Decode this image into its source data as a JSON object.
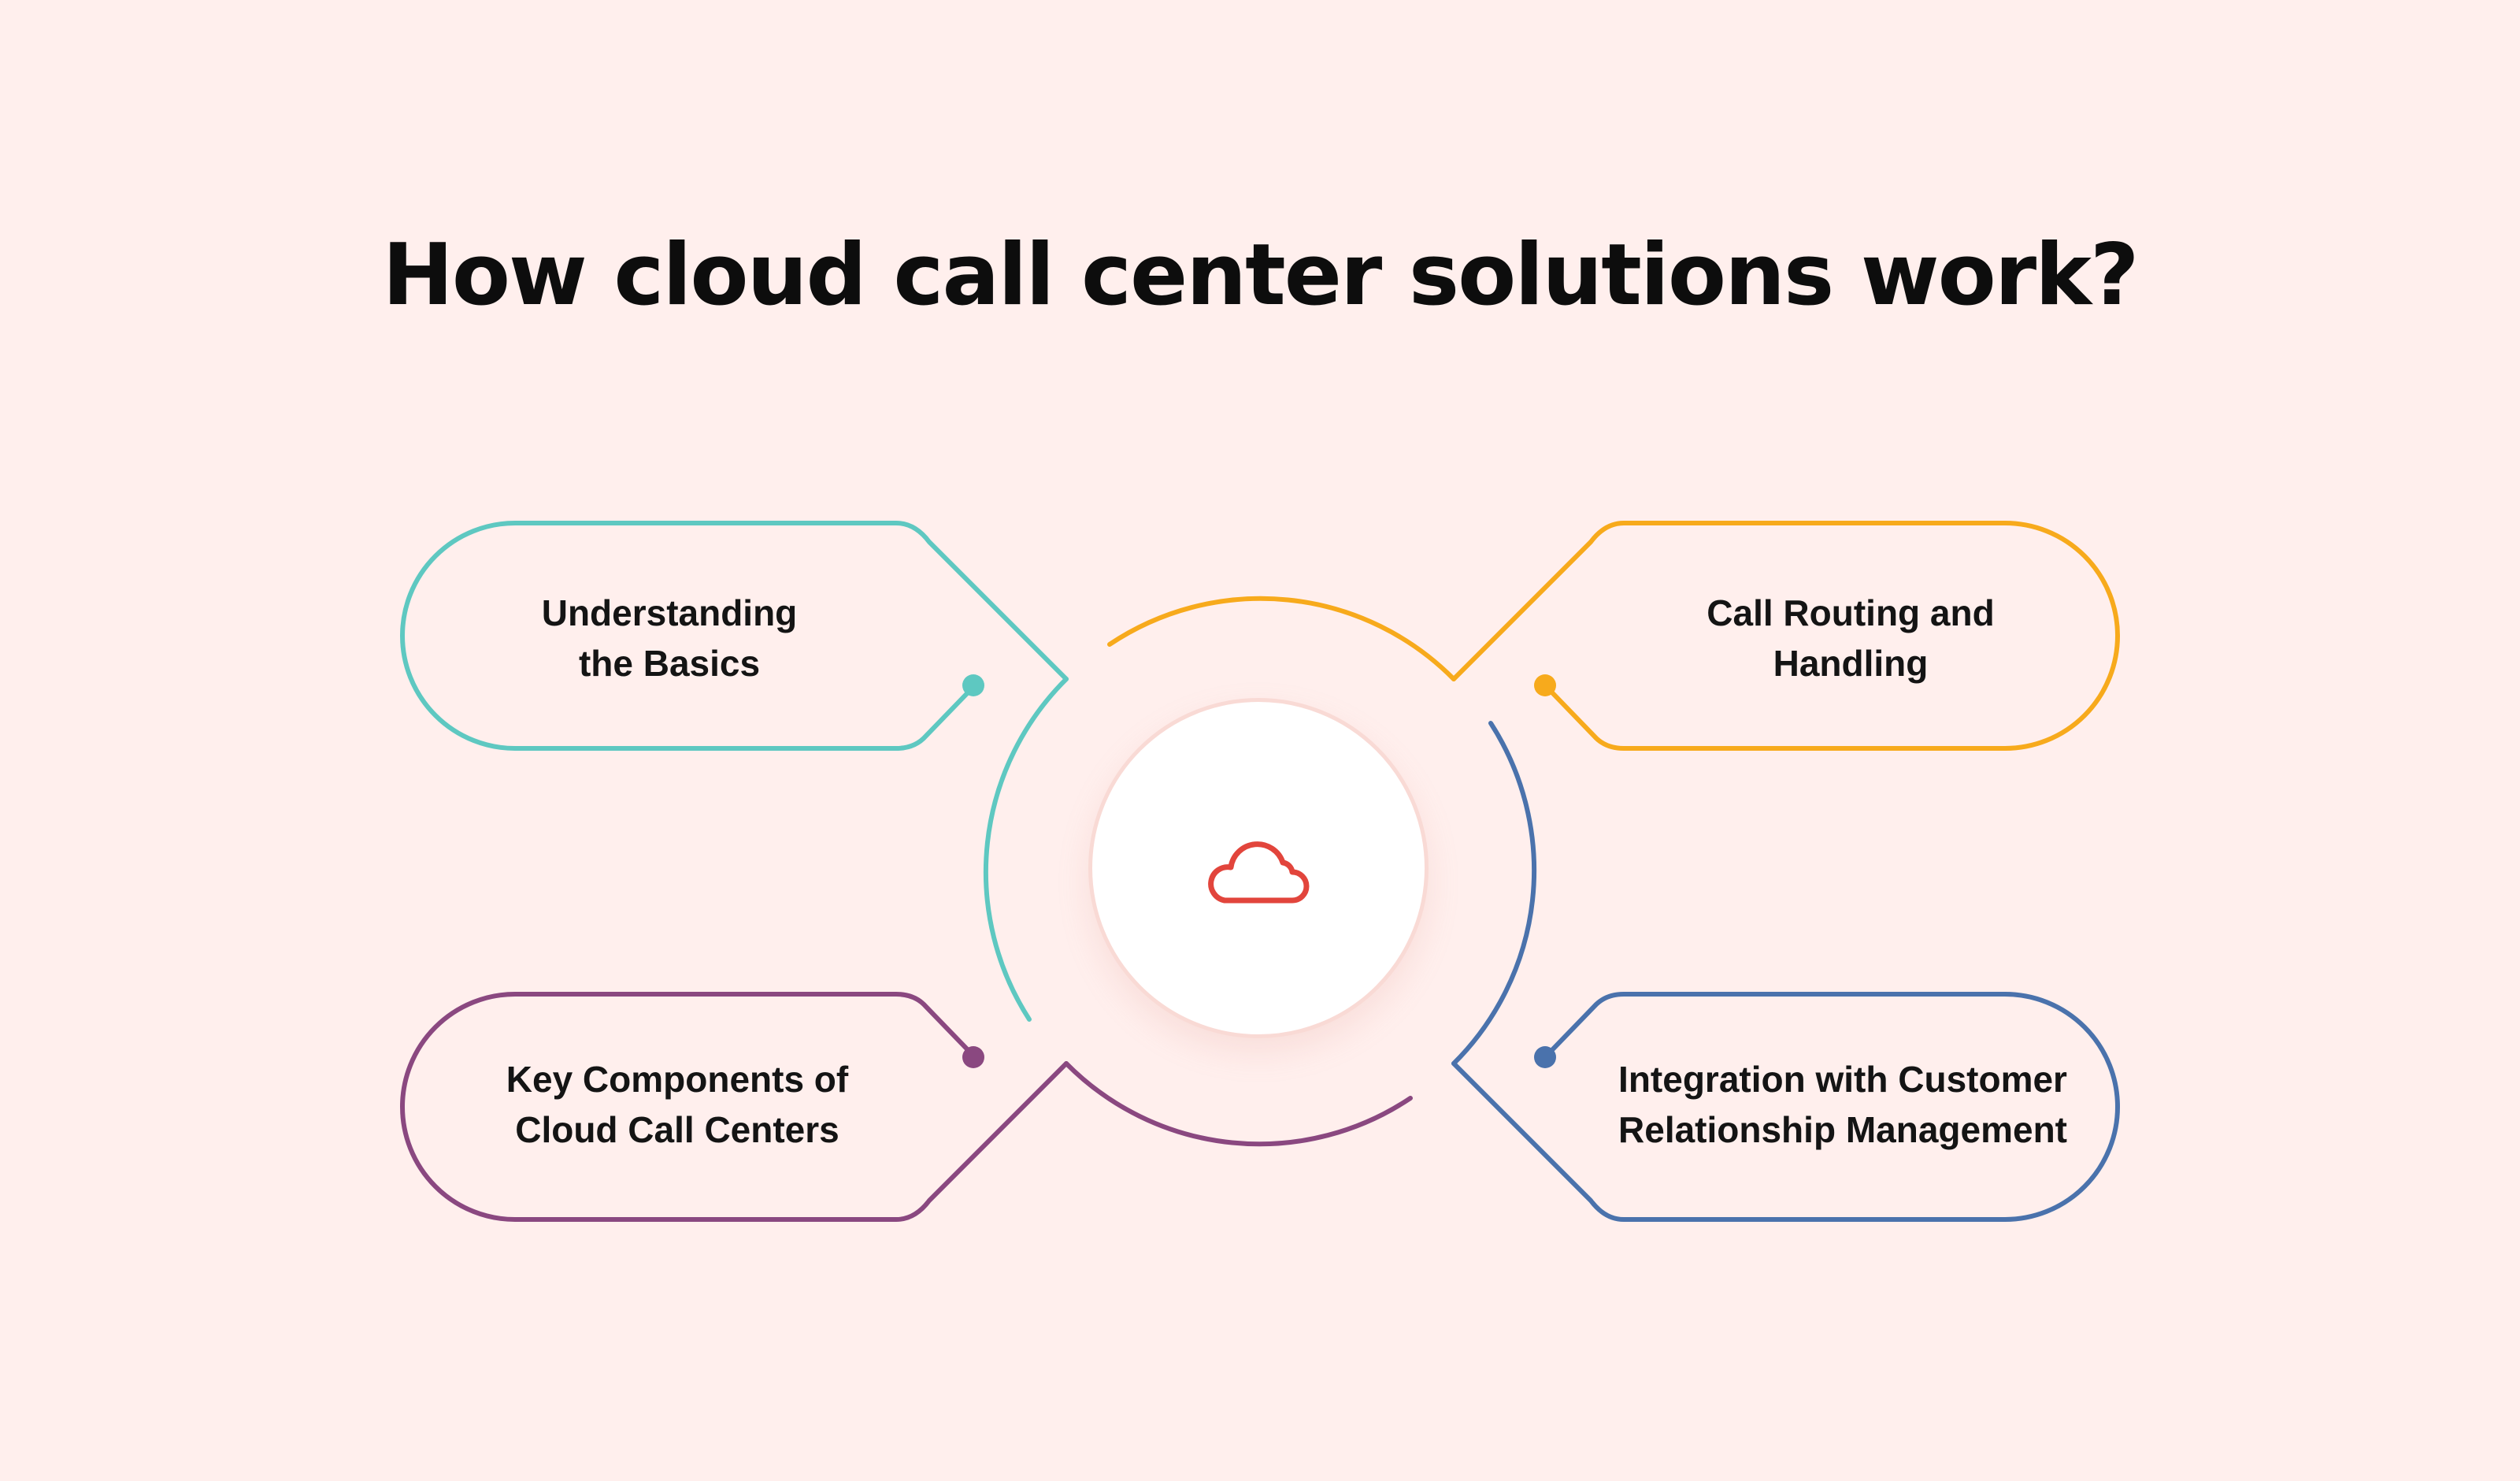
{
  "title": "How cloud call center solutions work?",
  "center": {
    "icon": "cloud-icon",
    "icon_color": "#E2453C"
  },
  "nodes": [
    {
      "id": "understanding-basics",
      "label": "Understanding\nthe Basics",
      "color": "#5EC8C1"
    },
    {
      "id": "call-routing",
      "label": "Call Routing and\nHandling",
      "color": "#F7AA1C"
    },
    {
      "id": "key-components",
      "label": "Key Components of\nCloud Call Centers",
      "color": "#8A4880"
    },
    {
      "id": "crm-integration",
      "label": "Integration with Customer\nRelationship Management",
      "color": "#4A72AC"
    }
  ],
  "colors": {
    "background": "#FFEFED",
    "title": "#0D0D0D",
    "text": "#141414"
  }
}
